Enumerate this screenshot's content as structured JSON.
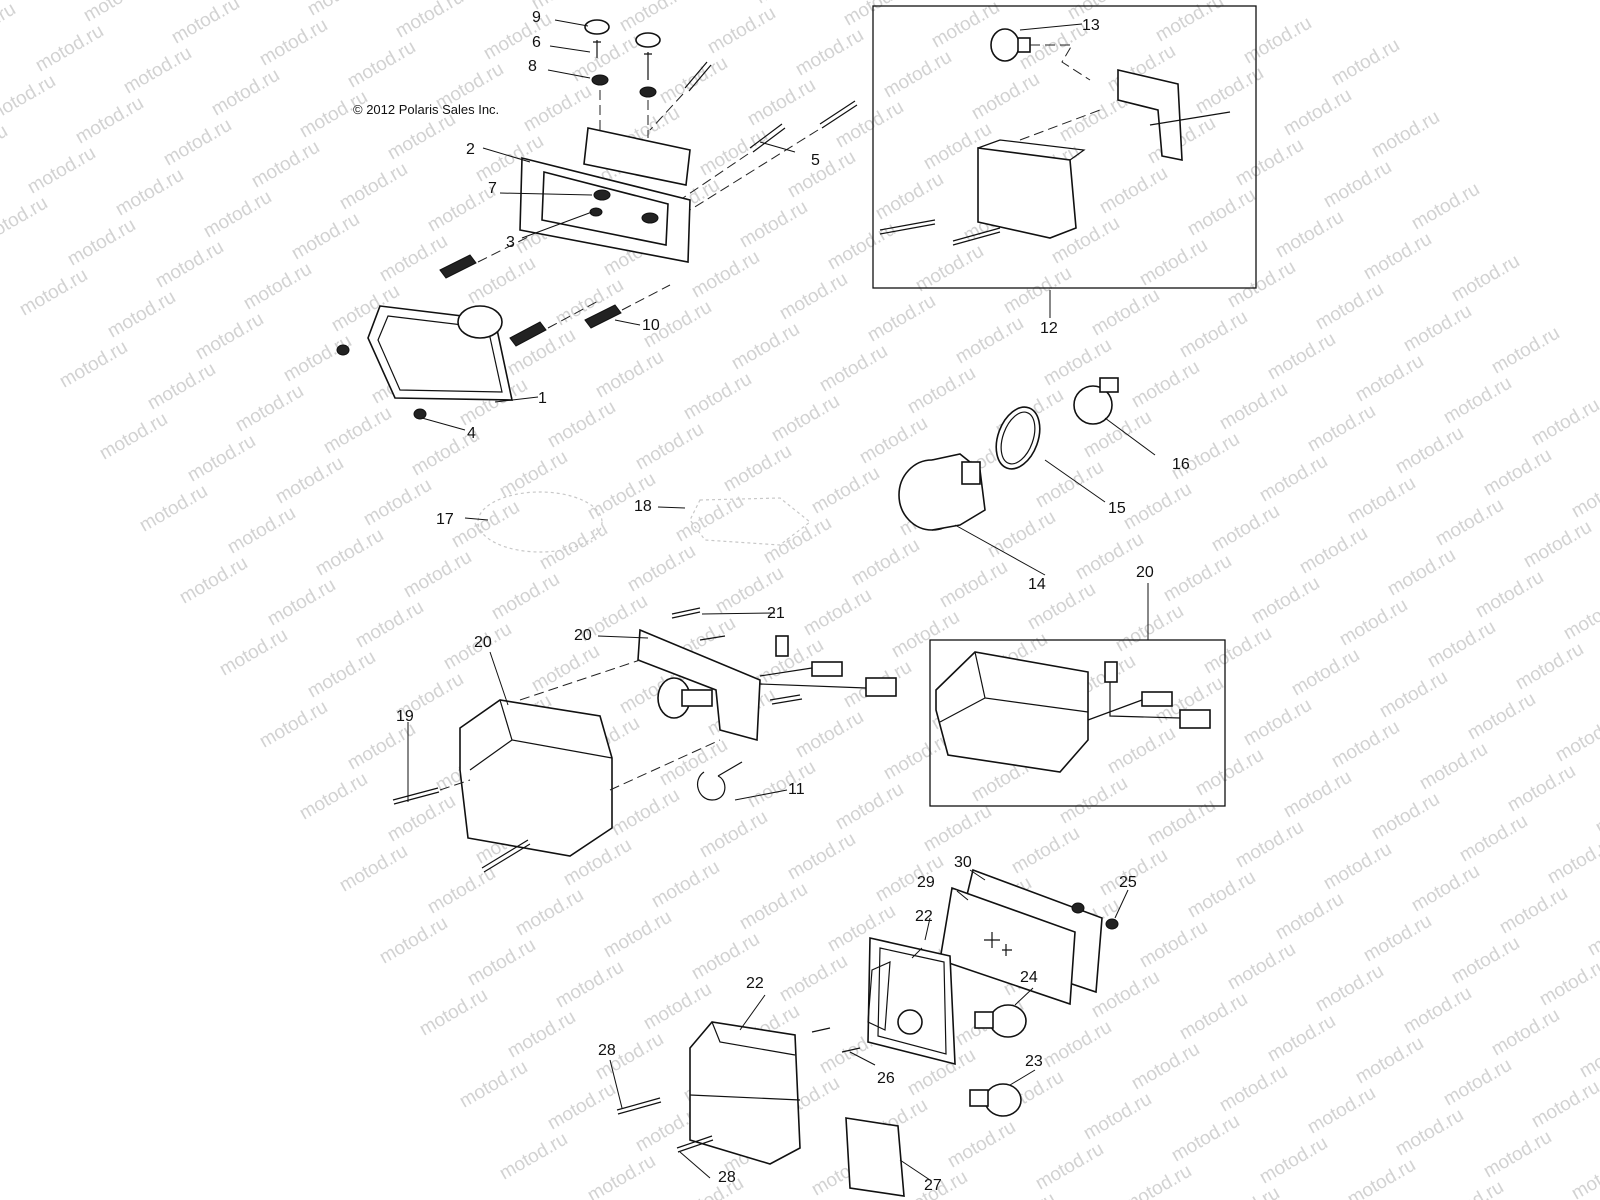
{
  "diagram": {
    "copyright": "© 2012 Polaris Sales Inc.",
    "watermark": "motod.ru",
    "callouts": {
      "c1": "1",
      "c2": "2",
      "c3": "3",
      "c4": "4",
      "c5": "5",
      "c6": "6",
      "c7": "7",
      "c8": "8",
      "c9": "9",
      "c10": "10",
      "c11": "11",
      "c12": "12",
      "c13": "13",
      "c14": "14",
      "c15": "15",
      "c16": "16",
      "c17": "17",
      "c18": "18",
      "c19": "19",
      "c20a": "20",
      "c20b": "20",
      "c20c": "20",
      "c21": "21",
      "c22a": "22",
      "c22b": "22",
      "c23": "23",
      "c24": "24",
      "c25": "25",
      "c26": "26",
      "c27": "27",
      "c28a": "28",
      "c28b": "28",
      "c29": "29",
      "c30": "30"
    }
  }
}
